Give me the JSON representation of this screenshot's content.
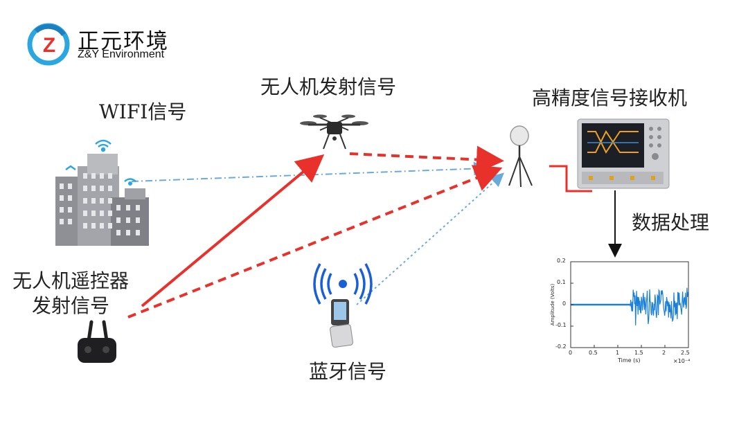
{
  "logo": {
    "name_cn": "正元环境",
    "name_en": "Z&Y Environment",
    "mark": "Z",
    "colors": {
      "ring": "#2aa7e0",
      "ring_dark": "#1c7fc0",
      "letter": "#e8312b"
    }
  },
  "labels": {
    "wifi": "WIFI信号",
    "drone_tx": "无人机发射信号",
    "receiver": "高精度信号接收机",
    "controller_line1": "无人机遥控器",
    "controller_line2": "发射信号",
    "bluetooth": "蓝牙信号",
    "data_processing": "数据处理"
  },
  "icons": [
    "city-buildings-icon",
    "wifi-icon",
    "drone-icon",
    "antenna-tripod-icon",
    "oscilloscope-icon",
    "remote-controller-icon",
    "phone-bluetooth-icon",
    "waveform-plot-icon"
  ],
  "colors": {
    "red_signal": "#e8312b",
    "blue_signal": "#6aa9dc",
    "waveform": "#1a7fd6"
  },
  "plot": {
    "y_ticks": [
      "0.2",
      "0.1",
      "0",
      "-0.1",
      "-0.2"
    ],
    "x_ticks": [
      "0",
      "0.5",
      "1",
      "1.5",
      "2",
      "2.5"
    ],
    "ylabel": "Amplitude (Volts)",
    "xlabel": "Time (s)",
    "x_exponent": "×10⁻⁴"
  }
}
